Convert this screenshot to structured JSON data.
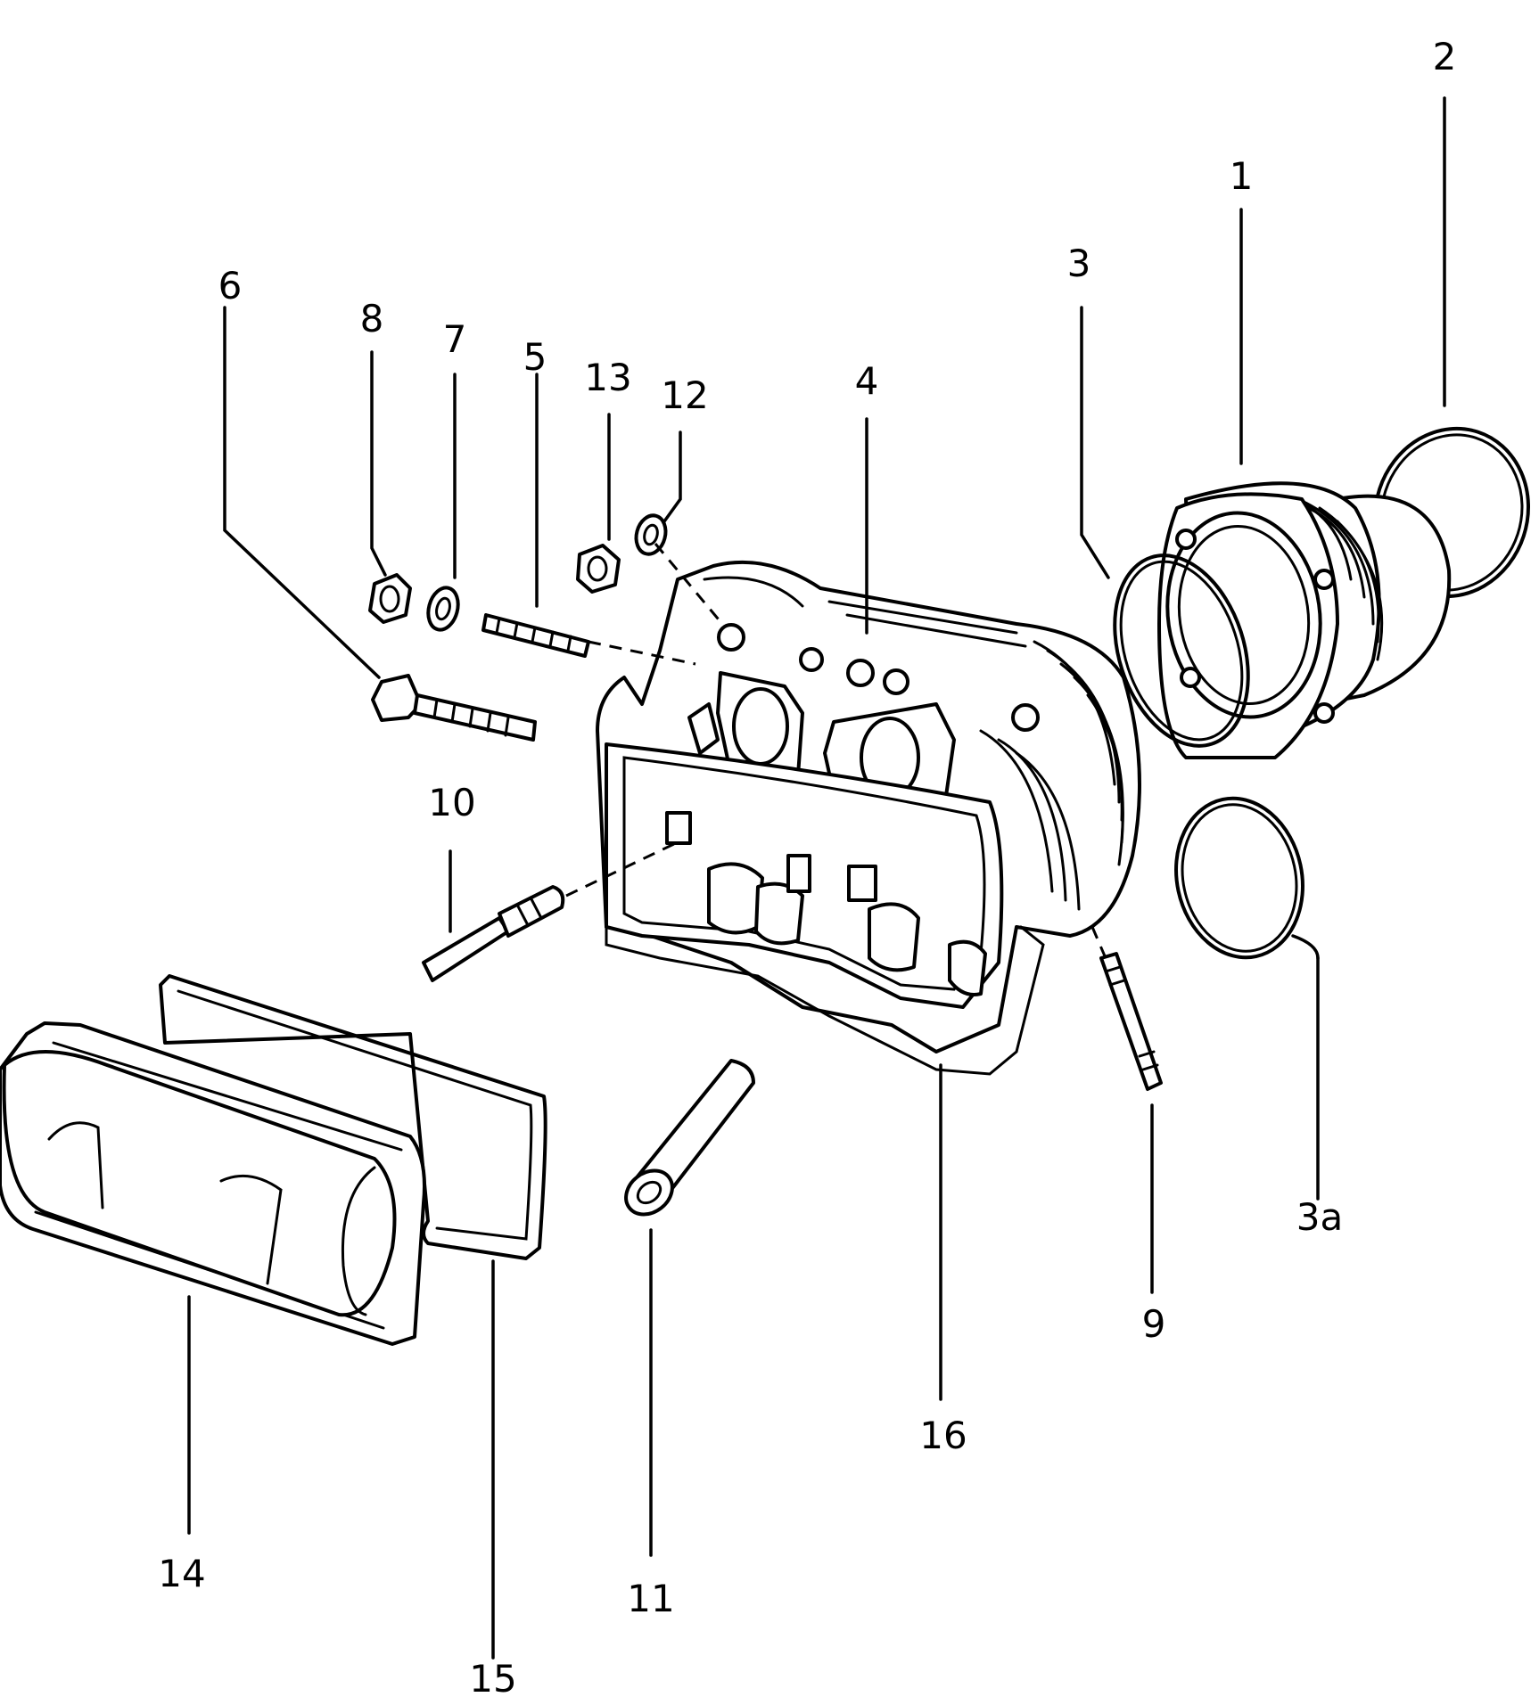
{
  "callouts": {
    "c1": "1",
    "c2": "2",
    "c3": "3",
    "c3a": "3a",
    "c4": "4",
    "c5": "5",
    "c6": "6",
    "c7": "7",
    "c8": "8",
    "c9": "9",
    "c10": "10",
    "c11": "11",
    "c12": "12",
    "c13": "13",
    "c14": "14",
    "c15": "15",
    "c16": "16"
  },
  "colors": {
    "line": "#000000",
    "background": "#ffffff"
  }
}
